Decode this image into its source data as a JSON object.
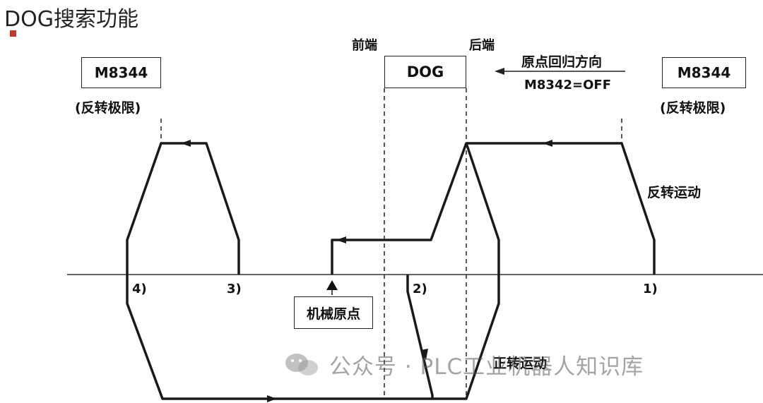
{
  "title": "DOG搜索功能",
  "limit_left": {
    "device": "M8344",
    "caption": "(反转极限)"
  },
  "limit_right": {
    "device": "M8344",
    "caption": "(反转极限)"
  },
  "dog": {
    "front_label": "前端",
    "rear_label": "后端",
    "name": "DOG"
  },
  "return_direction": {
    "label": "原点回归方向",
    "flag": "M8342=OFF"
  },
  "origin": {
    "label": "机械原点"
  },
  "motion": {
    "reverse": "反转运动",
    "forward": "正转运动"
  },
  "paths": [
    "1)",
    "2)",
    "3)",
    "4)"
  ],
  "watermark": "公众号 · PLC工业机器人知识库",
  "colors": {
    "line": "#1a1a1a",
    "accent": "#c0392b"
  }
}
